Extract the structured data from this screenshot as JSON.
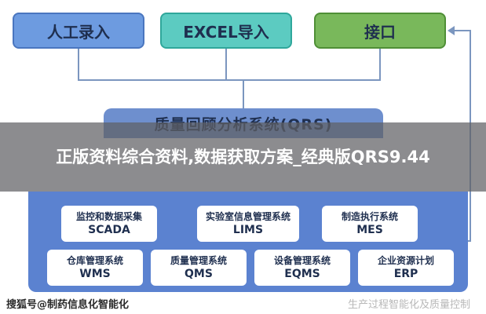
{
  "sources": {
    "manual": "人工录入",
    "excel": "EXCEL导入",
    "api": "接口"
  },
  "qrs_title": "质量回顾分析系统(QRS)",
  "banner": "正版资料综合资料,数据获取方案_经典版QRS9.44",
  "modules": [
    {
      "cn": "监控和数据采集",
      "en": "SCADA"
    },
    {
      "cn": "实验室信息管理系统",
      "en": "LIMS"
    },
    {
      "cn": "制造执行系统",
      "en": "MES"
    },
    {
      "cn": "仓库管理系统",
      "en": "WMS"
    },
    {
      "cn": "质量管理系统",
      "en": "QMS"
    },
    {
      "cn": "设备管理系统",
      "en": "EQMS"
    },
    {
      "cn": "企业资源计划",
      "en": "ERP"
    }
  ],
  "footer": {
    "left": "搜狐号@制药信息化智能化",
    "right": "生产过程智能化及质量控制"
  },
  "colors": {
    "manual": "#6d9be0",
    "excel": "#5ccbc1",
    "api": "#79b85b",
    "platform": "#5b82d0"
  }
}
